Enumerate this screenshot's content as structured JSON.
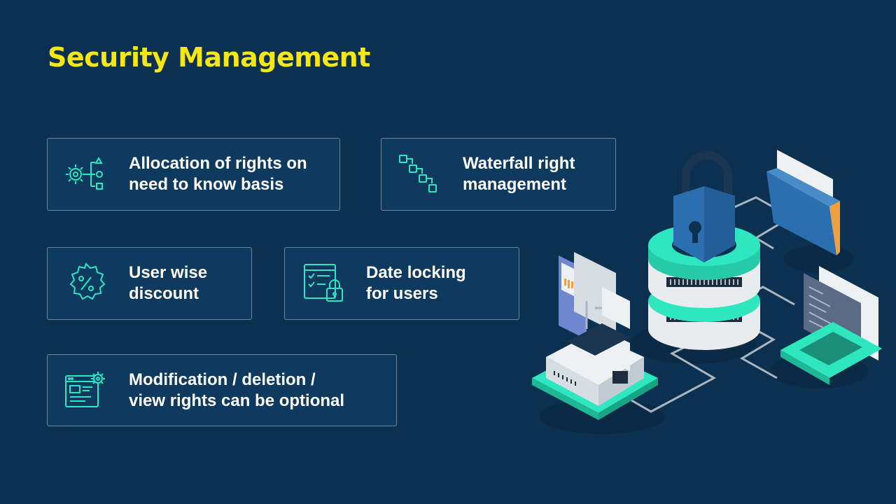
{
  "title": "Security Management",
  "colors": {
    "background": "#0c3150",
    "card_background": "#0f3a5f",
    "card_border": "#6b87a3",
    "title": "#f5e614",
    "icon_accent": "#2ee6c0"
  },
  "features": [
    {
      "label": "Allocation of rights on\nneed to know basis",
      "icon": "gear-hierarchy-icon"
    },
    {
      "label": "Waterfall right\nmanagement",
      "icon": "waterfall-steps-icon"
    },
    {
      "label": "User wise\ndiscount",
      "icon": "percent-badge-icon"
    },
    {
      "label": "Date locking\nfor users",
      "icon": "checklist-lock-icon"
    },
    {
      "label": "Modification / deletion /\nview rights can be optional",
      "icon": "browser-settings-icon"
    }
  ],
  "illustration": "isometric-security-network-illustration"
}
